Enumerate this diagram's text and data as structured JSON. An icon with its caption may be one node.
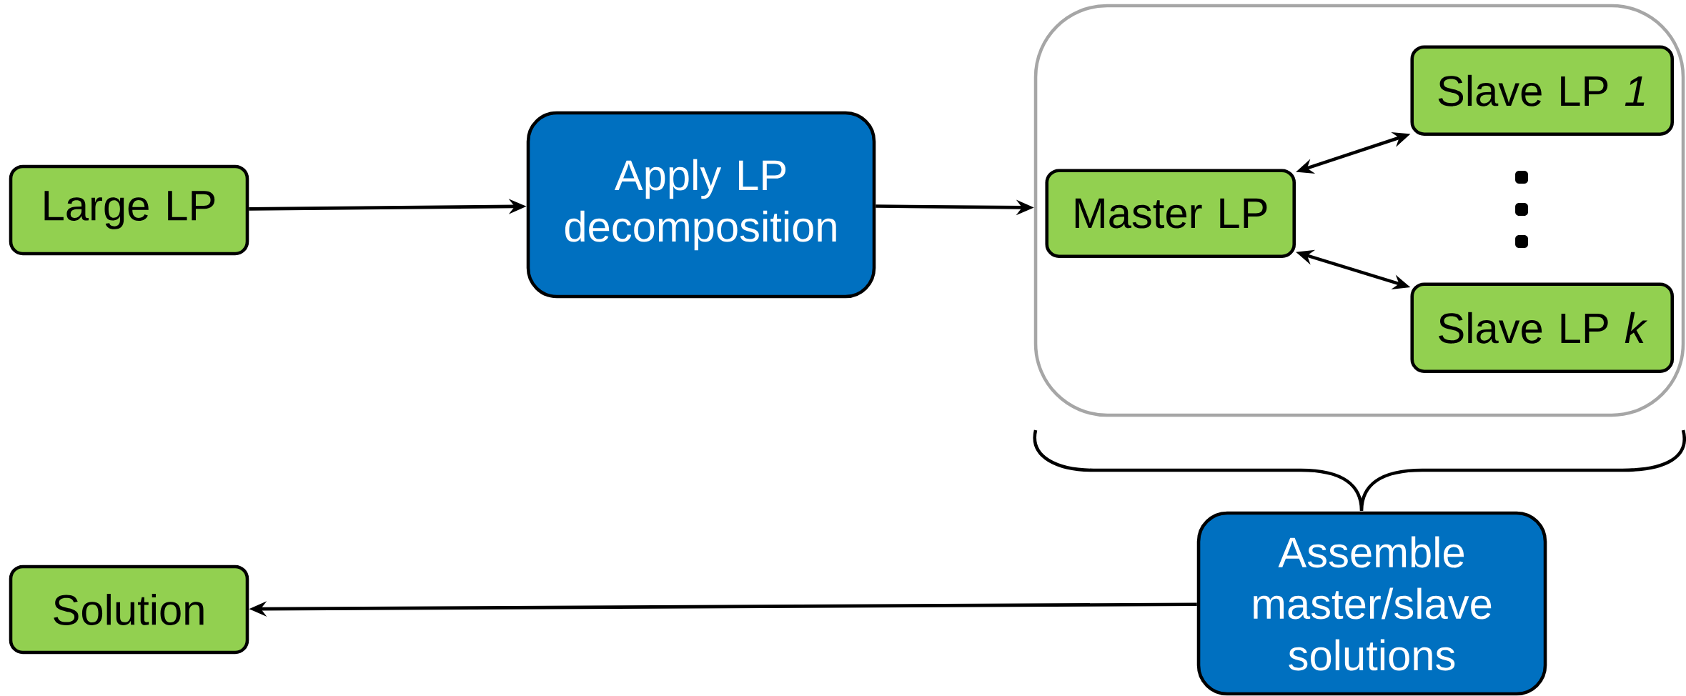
{
  "diagram": {
    "nodes": [
      {
        "text": [
          "Large LP"
        ]
      },
      {
        "text": [
          "Apply LP decomposition"
        ]
      },
      {
        "text": [],
        "shape": "box"
      },
      {
        "text": [
          "Master LP"
        ],
        "in": 2
      },
      {
        "text": [
          "Slave LP *1*"
        ],
        "in": 2
      },
      {
        "text": [
          "Slave LP *k*"
        ],
        "in": 2
      },
      {
        "text": [
          "Assemble master/slave solutions"
        ]
      },
      {
        "text": [
          "Solution"
        ]
      }
    ],
    "edges": [
      {
        "from": 0,
        "to": 1,
        "arrow": "to"
      },
      {
        "from": 1,
        "to": 2,
        "arrow": "to"
      },
      {
        "from": 3,
        "to": 4,
        "arrow": "both"
      },
      {
        "from": 3,
        "to": 5,
        "arrow": "both"
      },
      {
        "from": 6,
        "to": 7,
        "arrow": "to"
      }
    ]
  }
}
